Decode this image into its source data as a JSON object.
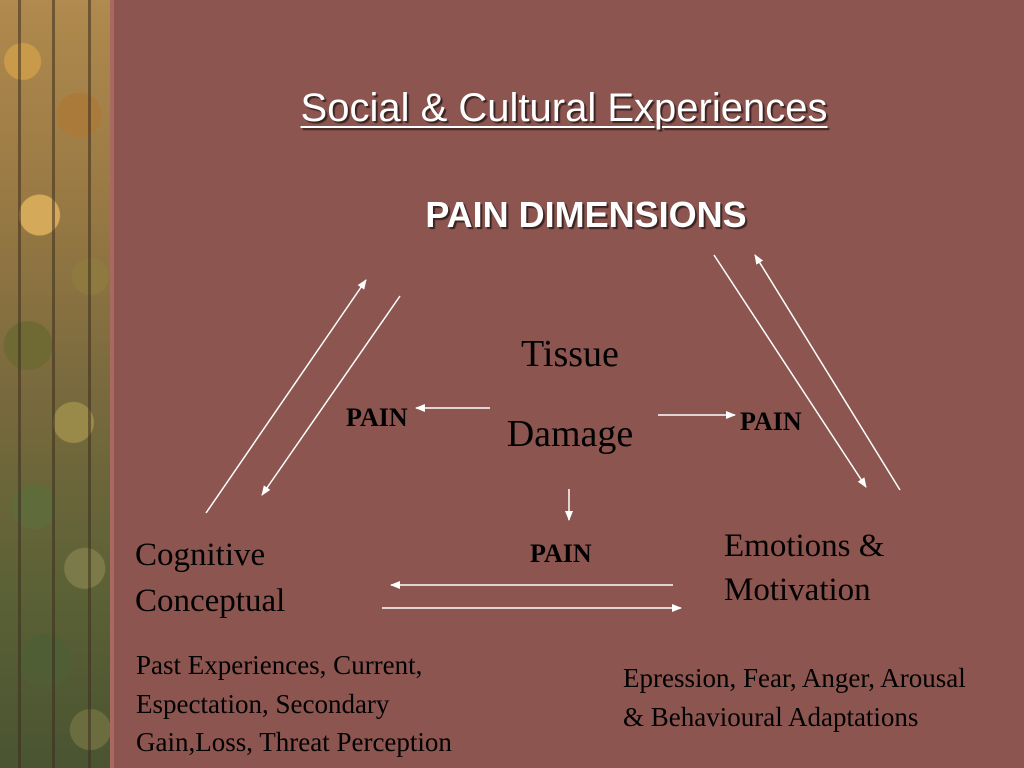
{
  "slide": {
    "title": "Social & Cultural Experiences",
    "subtitle": "PAIN DIMENSIONS",
    "center": {
      "line1": "Tissue",
      "line2": "Damage"
    },
    "pain_labels": {
      "left": "PAIN",
      "right": "PAIN",
      "bottom": "PAIN"
    },
    "nodes": {
      "cognitive": "Cognitive Conceptual",
      "emotions": "Emotions & Motivation"
    },
    "details": {
      "cognitive": "Past Experiences, Current, Espectation, Secondary Gain,Loss, Threat Perception",
      "emotions": "Epression, Fear, Anger, Arousal & Behavioural Adaptations"
    }
  },
  "colors": {
    "background": "#8c5550",
    "arrow": "#ffffff",
    "heading": "#ffffff",
    "body_text": "#000000"
  }
}
